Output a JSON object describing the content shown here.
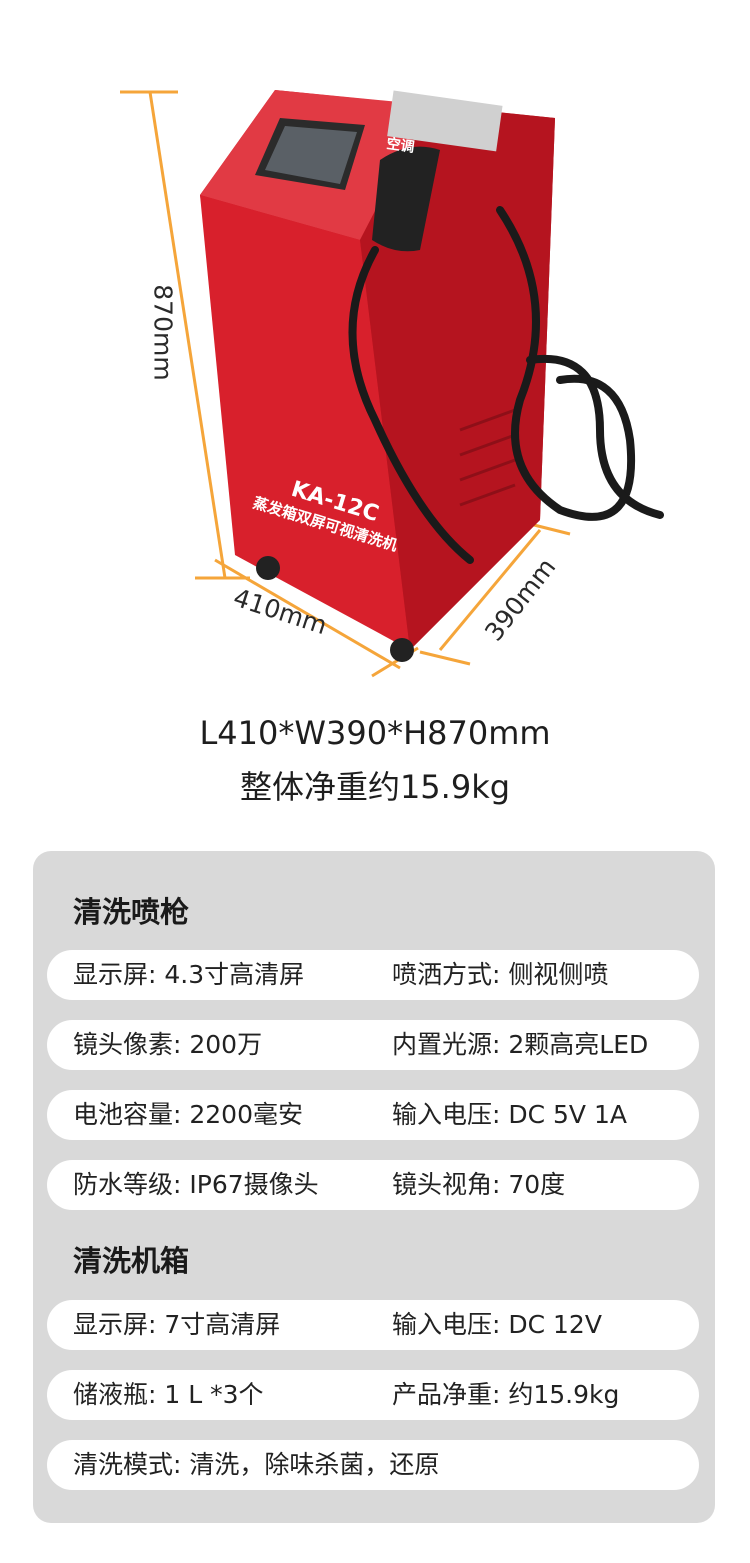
{
  "product": {
    "model_label": "KA-12C",
    "name_label": "蒸发箱双屏可视清洗机",
    "brand_label": "空调"
  },
  "dimensions": {
    "height_label": "870mm",
    "width_label": "410mm",
    "depth_label": "390mm"
  },
  "summary": {
    "size": "L410*W390*H870mm",
    "weight": "整体净重约15.9kg"
  },
  "sections": [
    {
      "title": "清洗喷枪",
      "rows": [
        {
          "left": "显示屏: 4.3寸高清屏",
          "right": "喷洒方式: 侧视侧喷"
        },
        {
          "left": "镜头像素: 200万",
          "right": "内置光源: 2颗高亮LED"
        },
        {
          "left": "电池容量: 2200毫安",
          "right": "输入电压: DC 5V 1A"
        },
        {
          "left": "防水等级: IP67摄像头",
          "right": "镜头视角: 70度"
        }
      ]
    },
    {
      "title": "清洗机箱",
      "rows": [
        {
          "left": "显示屏: 7寸高清屏",
          "right": "输入电压: DC 12V"
        },
        {
          "left": "储液瓶: 1 L *3个",
          "right": "产品净重: 约15.9kg"
        },
        {
          "left": "清洗模式: 清洗，除味杀菌，还原",
          "right": ""
        }
      ]
    }
  ],
  "colors": {
    "machine_red": "#d8202c",
    "dimension_orange": "#f5a53a",
    "panel_gray": "#d9d9d9"
  }
}
